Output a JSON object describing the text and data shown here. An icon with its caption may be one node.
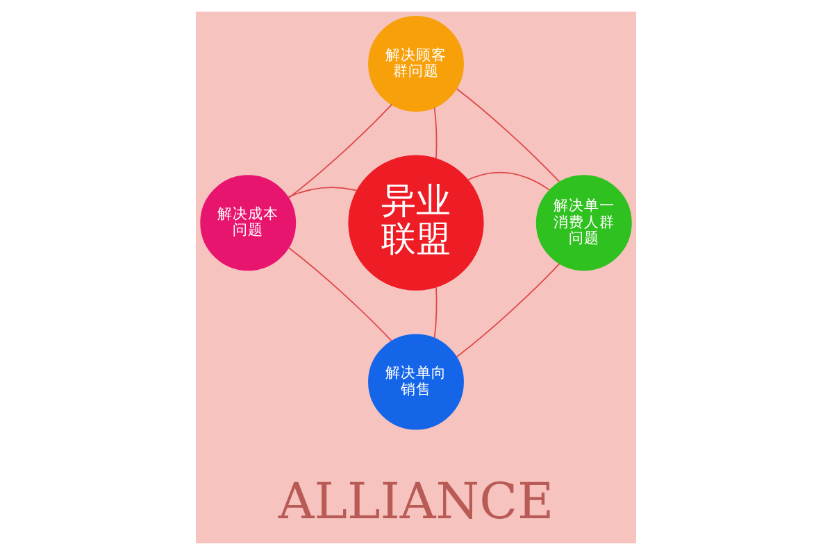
{
  "diagram": {
    "nodes": [
      {
        "text": [
          "异业联盟"
        ]
      },
      {
        "text": [
          "解决顾客群问题"
        ]
      },
      {
        "text": [
          "解决成本问题"
        ]
      },
      {
        "text": [
          "解决单一消费人群问题"
        ]
      },
      {
        "text": [
          "解决单向销售"
        ]
      }
    ],
    "edges": [
      {
        "from": 0,
        "to": 1,
        "arrow": "none"
      },
      {
        "from": 0,
        "to": 2,
        "arrow": "none"
      },
      {
        "from": 0,
        "to": 3,
        "arrow": "none"
      },
      {
        "from": 0,
        "to": 4,
        "arrow": "none"
      },
      {
        "from": 1,
        "to": 3,
        "arrow": "none"
      },
      {
        "from": 3,
        "to": 4,
        "arrow": "none"
      },
      {
        "from": 4,
        "to": 2,
        "arrow": "none"
      },
      {
        "from": 2,
        "to": 1,
        "arrow": "none"
      }
    ],
    "labels": [
      "ALLIANCE"
    ]
  }
}
